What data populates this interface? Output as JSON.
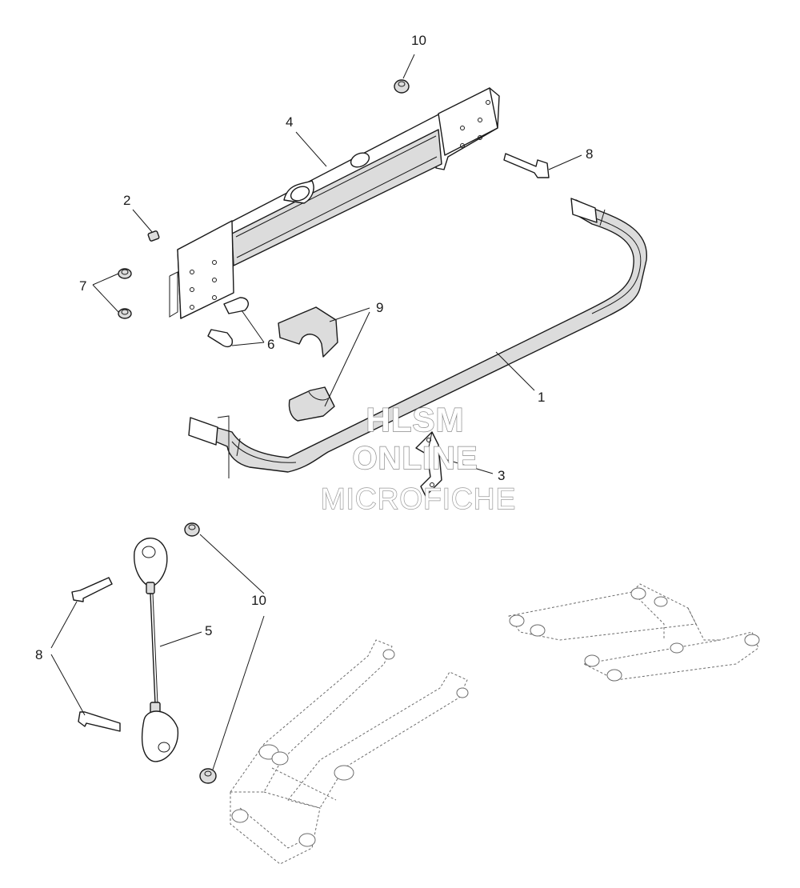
{
  "callouts": {
    "c1": "1",
    "c2": "2",
    "c3": "3",
    "c4": "4",
    "c5": "5",
    "c6": "6",
    "c7": "7",
    "c8_top": "8",
    "c8_left": "8",
    "c9": "9",
    "c10_top": "10",
    "c10_mid": "10"
  },
  "watermark": {
    "line1": "HLSM",
    "line2": "ONLINE",
    "line3": "MICROFICHE"
  },
  "colors": {
    "line": "#1a1a1a",
    "bar_fill": "#dcdcdc",
    "ghost_line": "#6b6b6b",
    "watermark_stroke": "#8a8a8a"
  }
}
